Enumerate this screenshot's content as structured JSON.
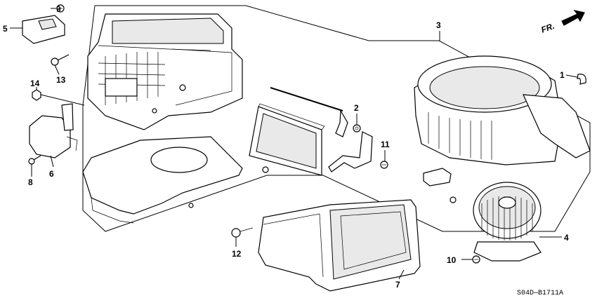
{
  "diagram": {
    "direction_marker": "FR.",
    "catalog_code": "S04D—B1711A",
    "callouts": [
      {
        "key": "c1",
        "label": "1"
      },
      {
        "key": "c2",
        "label": "2"
      },
      {
        "key": "c3",
        "label": "3"
      },
      {
        "key": "c4",
        "label": "4"
      },
      {
        "key": "c5",
        "label": "5"
      },
      {
        "key": "c6",
        "label": "6"
      },
      {
        "key": "c7",
        "label": "7"
      },
      {
        "key": "c8",
        "label": "8"
      },
      {
        "key": "c9",
        "label": "9"
      },
      {
        "key": "c10",
        "label": "10"
      },
      {
        "key": "c11",
        "label": "11"
      },
      {
        "key": "c12",
        "label": "12"
      },
      {
        "key": "c13",
        "label": "13"
      },
      {
        "key": "c14",
        "label": "14"
      }
    ]
  }
}
